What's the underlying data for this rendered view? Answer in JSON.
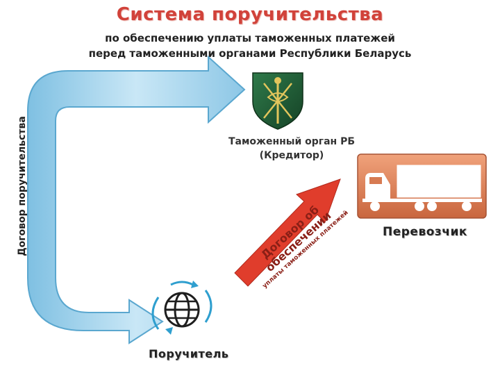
{
  "header": {
    "title": "Система поручительства",
    "subtitle_line1": "по обеспечению уплаты таможенных платежей",
    "subtitle_line2": "перед таможенными органами Республики Беларусь"
  },
  "side_label": "Договор поручительства",
  "customs": {
    "name": "Таможенный орган РБ",
    "role": "(Кредитор)"
  },
  "carrier": {
    "label": "Перевозчик"
  },
  "guarantor": {
    "label": "Поручитель"
  },
  "contract_arrow": {
    "line1": "Договор об обеспечении",
    "line2": "уплаты таможенных платежей"
  },
  "icons": [
    "customs-emblem-icon",
    "truck-icon",
    "globe-icon"
  ],
  "colors": {
    "title": "#d1423a",
    "big_arrow": "#a9d6ec",
    "red_arrow": "#e03d2c",
    "emblem": "#1f5a34",
    "truck": "#d77b52"
  }
}
